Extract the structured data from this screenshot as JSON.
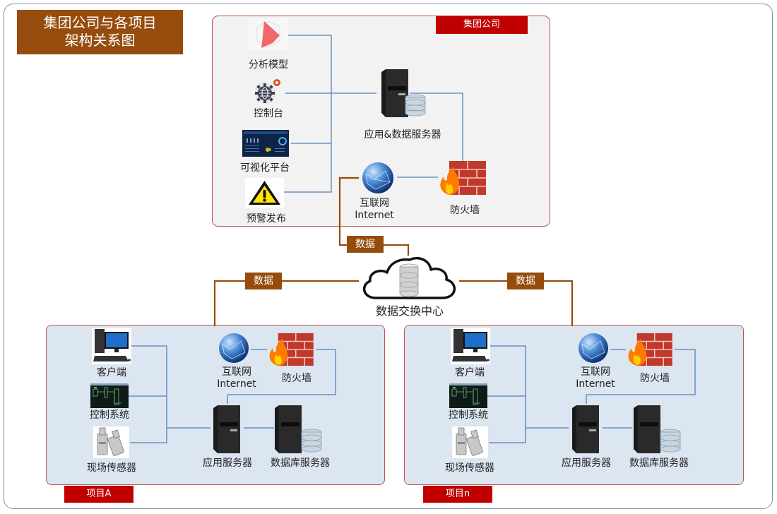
{
  "title": {
    "line1": "集团公司与各项目",
    "line2": "架构关系图"
  },
  "group": {
    "tag": "集团公司",
    "items": {
      "analysis_model": "分析模型",
      "console": "控制台",
      "visualization": "可视化平台",
      "alert": "预警发布",
      "app_data_server": "应用&数据服务器",
      "internet_cn": "互联网",
      "internet_en": "Internet",
      "firewall": "防火墙"
    }
  },
  "exchange": {
    "center_label": "数据交换中心",
    "data_tag_top": "数据",
    "data_tag_left": "数据",
    "data_tag_right": "数据"
  },
  "projects": [
    {
      "tag": "项目A",
      "client": "客户端",
      "control_system": "控制系统",
      "sensor": "现场传感器",
      "internet_cn": "互联网",
      "internet_en": "Internet",
      "firewall": "防火墙",
      "app_server": "应用服务器",
      "db_server": "数据库服务器"
    },
    {
      "tag": "项目n",
      "client": "客户端",
      "control_system": "控制系统",
      "sensor": "现场传感器",
      "internet_cn": "互联网",
      "internet_en": "Internet",
      "firewall": "防火墙",
      "app_server": "应用服务器",
      "db_server": "数据库服务器"
    }
  ],
  "colors": {
    "brown": "#954c0c",
    "red_tag": "#c00000",
    "panel_border": "#c0504d",
    "blue_line": "#4f81bd",
    "group_bg": "#f2f2f2",
    "project_bg": "#dce6f1"
  }
}
